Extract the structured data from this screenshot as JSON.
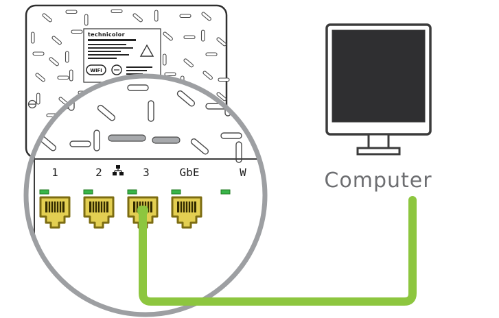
{
  "colors": {
    "cable_green": "#8dc63f",
    "port_yellow": "#e3cf52",
    "port_outline": "#7c6c12",
    "led_green": "#39b54a",
    "circle_gray": "#9d9fa2",
    "line_dark": "#3b3b3b",
    "screen_dark": "#2f2f31",
    "text_gray": "#6d6e71"
  },
  "device": {
    "brand": "technicolor",
    "wifi_badge": "WiFi"
  },
  "ports": {
    "labels": [
      "1",
      "2",
      "3",
      "GbE",
      "W"
    ]
  },
  "computer": {
    "label": "Computer"
  }
}
